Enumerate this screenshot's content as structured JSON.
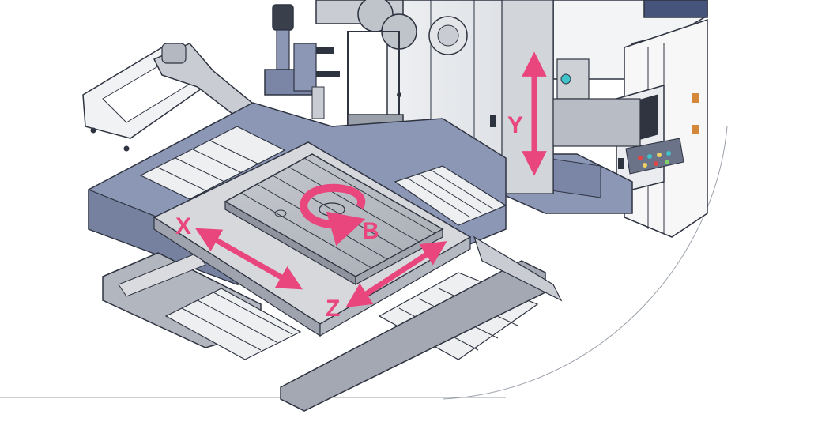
{
  "axes": {
    "x": {
      "label": "X"
    },
    "y": {
      "label": "Y"
    },
    "z": {
      "label": "Z"
    },
    "b": {
      "label": "B"
    }
  },
  "colors": {
    "accent": "#e8467c",
    "machine_blue": "#8c97b6",
    "machine_gray": "#c9ccd2",
    "panel_white": "#f4f4f4",
    "line": "#2e3340"
  },
  "icons": {
    "motor": "coolant-motor-icon",
    "panel": "control-panel-icon",
    "rotation": "rotation-arrow-icon"
  }
}
